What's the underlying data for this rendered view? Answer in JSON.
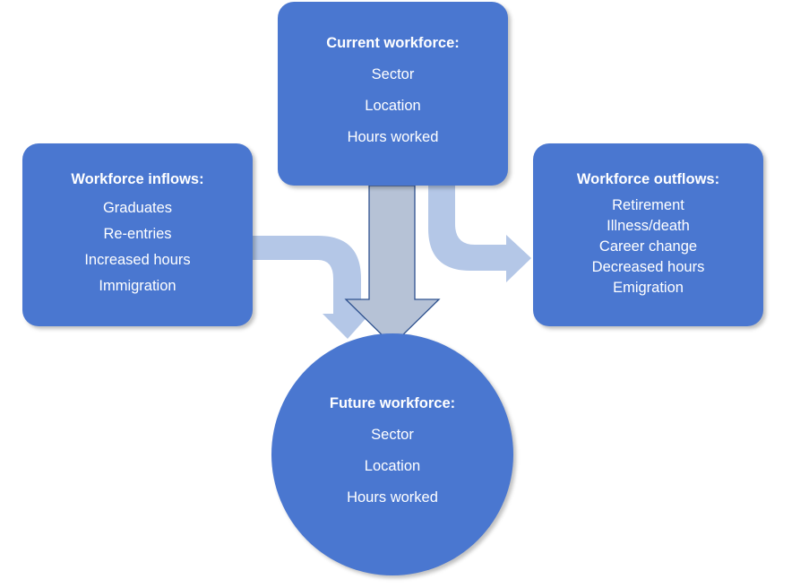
{
  "current": {
    "title": "Current workforce:",
    "items": [
      "Sector",
      "Location",
      "Hours worked"
    ]
  },
  "inflows": {
    "title": "Workforce inflows:",
    "items": [
      "Graduates",
      "Re-entries",
      "Increased hours",
      "Immigration"
    ]
  },
  "outflows": {
    "title": "Workforce outflows:",
    "items": [
      "Retirement",
      "Illness/death",
      "Career change",
      "Decreased hours",
      "Emigration"
    ]
  },
  "future": {
    "title": "Future workforce:",
    "items": [
      "Sector",
      "Location",
      "Hours worked"
    ]
  },
  "colors": {
    "box": "#4a77d0",
    "light_arrow": "#b4c7e7",
    "main_arrow": "#b6c2d6",
    "arrow_stroke": "#2f528f"
  }
}
